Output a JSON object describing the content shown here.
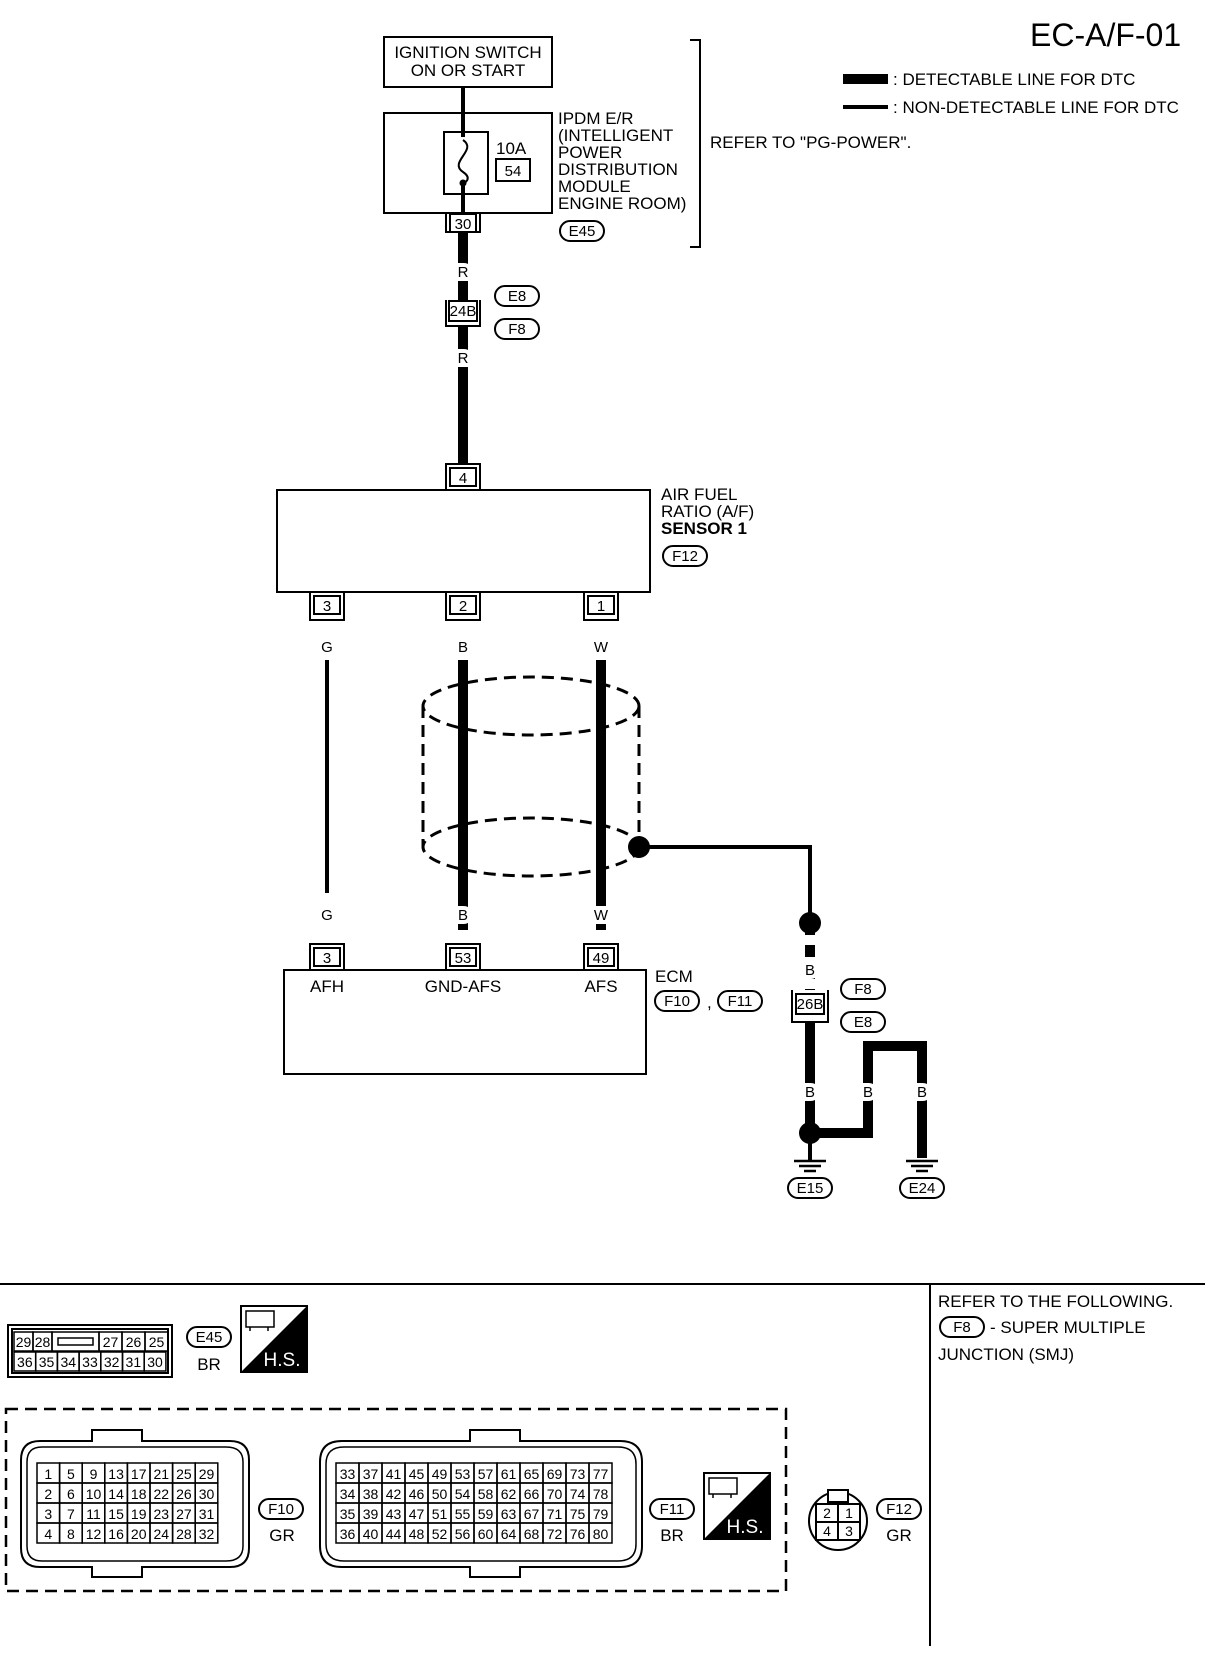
{
  "title": "EC-A/F-01",
  "legend": {
    "detectable": ": DETECTABLE LINE FOR DTC",
    "non_detectable": ": NON-DETECTABLE LINE FOR DTC"
  },
  "ignition": {
    "line1": "IGNITION SWITCH",
    "line2": "ON OR START"
  },
  "ipdm": {
    "lines": [
      "IPDM E/R",
      "(INTELLIGENT",
      "POWER",
      "DISTRIBUTION",
      "MODULE",
      "ENGINE ROOM)"
    ],
    "fuse_amp": "10A",
    "fuse_no": "54",
    "pin": "30",
    "connector": "E45",
    "refer": "REFER TO \"PG-POWER\"."
  },
  "joint_top": {
    "pin": "24B",
    "conn_a": "E8",
    "conn_b": "F8",
    "wire_above": "R",
    "wire_below": "R"
  },
  "sensor": {
    "lines": [
      "AIR FUEL",
      "RATIO (A/F)",
      "SENSOR 1"
    ],
    "connector": "F12",
    "pin_top": "4",
    "pins_bottom": [
      "3",
      "2",
      "1"
    ],
    "wires_top": [
      "G",
      "B",
      "W"
    ]
  },
  "ecm": {
    "label": "ECM",
    "conn_a": "F10",
    "conn_sep": ",",
    "conn_b": "F11",
    "pins": [
      "3",
      "53",
      "49"
    ],
    "wires": [
      "G",
      "B",
      "W"
    ],
    "terminals": [
      "AFH",
      "GND-AFS",
      "AFS"
    ]
  },
  "ground": {
    "wire_1": "B",
    "joint_pin": "26B",
    "conn_a": "F8",
    "conn_b": "E8",
    "wire_2": "B",
    "wire_3": "B",
    "wire_4": "B",
    "gnd_1": "E15",
    "gnd_2": "E24"
  },
  "refer_box": {
    "line1": "REFER TO THE FOLLOWING.",
    "conn": "F8",
    "line2": "- SUPER MULTIPLE",
    "line3": "JUNCTION (SMJ)"
  },
  "connectors": {
    "e45": {
      "id": "E45",
      "color": "BR",
      "row1": [
        "29",
        "28",
        "",
        "27",
        "26",
        "25"
      ],
      "row2": [
        "36",
        "35",
        "34",
        "33",
        "32",
        "31",
        "30"
      ]
    },
    "hs_label": "H.S.",
    "f10": {
      "id": "F10",
      "color": "GR",
      "rows": [
        [
          "1",
          "5",
          "9",
          "13",
          "17",
          "21",
          "25",
          "29"
        ],
        [
          "2",
          "6",
          "10",
          "14",
          "18",
          "22",
          "26",
          "30"
        ],
        [
          "3",
          "7",
          "11",
          "15",
          "19",
          "23",
          "27",
          "31"
        ],
        [
          "4",
          "8",
          "12",
          "16",
          "20",
          "24",
          "28",
          "32"
        ]
      ]
    },
    "f11": {
      "id": "F11",
      "color": "BR",
      "rows": [
        [
          "33",
          "37",
          "41",
          "45",
          "49",
          "53",
          "57",
          "61",
          "65",
          "69",
          "73",
          "77"
        ],
        [
          "34",
          "38",
          "42",
          "46",
          "50",
          "54",
          "58",
          "62",
          "66",
          "70",
          "74",
          "78"
        ],
        [
          "35",
          "39",
          "43",
          "47",
          "51",
          "55",
          "59",
          "63",
          "67",
          "71",
          "75",
          "79"
        ],
        [
          "36",
          "40",
          "44",
          "48",
          "52",
          "56",
          "60",
          "64",
          "68",
          "72",
          "76",
          "80"
        ]
      ]
    },
    "f12": {
      "id": "F12",
      "color": "GR",
      "cells": [
        "2",
        "1",
        "4",
        "3"
      ]
    }
  }
}
